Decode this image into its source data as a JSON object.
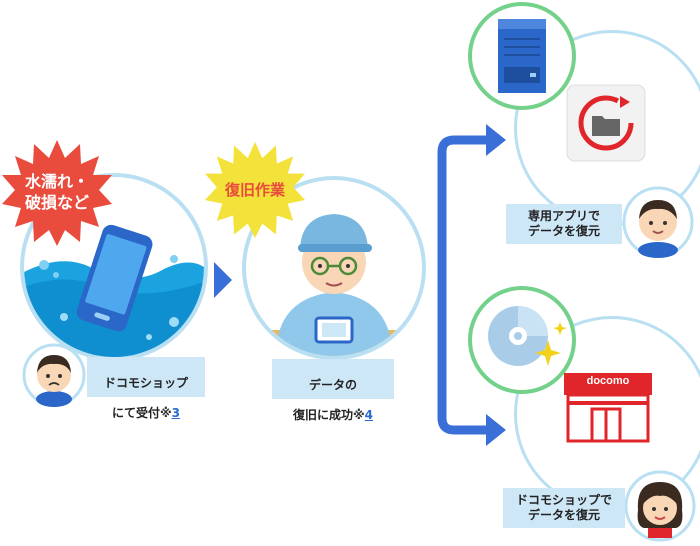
{
  "colors": {
    "arrow_blue": "#3a6fd8",
    "circle_border": "#b9dff2",
    "green_ring": "#73d18a",
    "label_bg": "#cde7f7",
    "burst_red": "#e94b3c",
    "burst_yellow": "#f3e23a"
  },
  "steps": {
    "damage": {
      "badge": "水濡れ・\n破損など",
      "label_line1": "ドコモショップ",
      "label_line2": "にて受付",
      "note_mark": "※",
      "note_ref": "3"
    },
    "repair": {
      "badge": "復旧作業",
      "label_line1": "データの",
      "label_line2": "復旧に成功",
      "note_mark": "※",
      "note_ref": "4"
    }
  },
  "outcomes": {
    "app": {
      "label": "専用アプリで\nデータを復元",
      "icons": [
        "server-icon",
        "restore-folder-app-icon",
        "user-face-icon"
      ]
    },
    "shop": {
      "label": "ドコモショップで\nデータを復元",
      "logo_text": "docomo",
      "icons": [
        "cd-disc-icon",
        "docomo-shop-icon",
        "staff-face-icon"
      ]
    }
  }
}
